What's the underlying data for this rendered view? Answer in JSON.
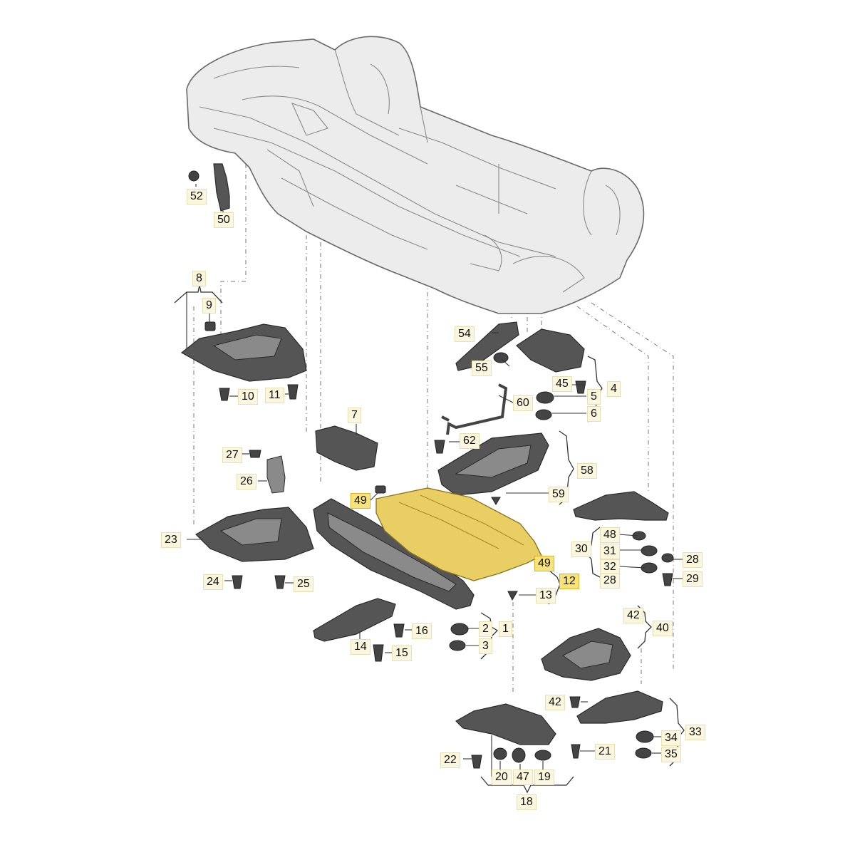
{
  "callouts": [
    {
      "id": "c52",
      "text": "52",
      "hl": false
    },
    {
      "id": "c50",
      "text": "50",
      "hl": false
    },
    {
      "id": "c8",
      "text": "8",
      "hl": false
    },
    {
      "id": "c9",
      "text": "9",
      "hl": false
    },
    {
      "id": "c10",
      "text": "10",
      "hl": false
    },
    {
      "id": "c11",
      "text": "11",
      "hl": false
    },
    {
      "id": "c54",
      "text": "54",
      "hl": false
    },
    {
      "id": "c55",
      "text": "55",
      "hl": false
    },
    {
      "id": "c45",
      "text": "45",
      "hl": false
    },
    {
      "id": "c4",
      "text": "4",
      "hl": false
    },
    {
      "id": "c5",
      "text": "5",
      "hl": false
    },
    {
      "id": "c6",
      "text": "6",
      "hl": false
    },
    {
      "id": "c60",
      "text": "60",
      "hl": false
    },
    {
      "id": "c7",
      "text": "7",
      "hl": false
    },
    {
      "id": "c62",
      "text": "62",
      "hl": false
    },
    {
      "id": "c58",
      "text": "58",
      "hl": false
    },
    {
      "id": "c27",
      "text": "27",
      "hl": false
    },
    {
      "id": "c26",
      "text": "26",
      "hl": false
    },
    {
      "id": "c49a",
      "text": "49",
      "hl": true
    },
    {
      "id": "c59",
      "text": "59",
      "hl": false
    },
    {
      "id": "c23",
      "text": "23",
      "hl": false
    },
    {
      "id": "c48",
      "text": "48",
      "hl": false
    },
    {
      "id": "c30",
      "text": "30",
      "hl": false
    },
    {
      "id": "c31",
      "text": "31",
      "hl": false
    },
    {
      "id": "c28a",
      "text": "28",
      "hl": false
    },
    {
      "id": "c49b",
      "text": "49",
      "hl": true
    },
    {
      "id": "c32",
      "text": "32",
      "hl": false
    },
    {
      "id": "c28b",
      "text": "28",
      "hl": false
    },
    {
      "id": "c29",
      "text": "29",
      "hl": false
    },
    {
      "id": "c24",
      "text": "24",
      "hl": false
    },
    {
      "id": "c25",
      "text": "25",
      "hl": false
    },
    {
      "id": "c12",
      "text": "12",
      "hl": true
    },
    {
      "id": "c13",
      "text": "13",
      "hl": false
    },
    {
      "id": "c2",
      "text": "2",
      "hl": false
    },
    {
      "id": "c1",
      "text": "1",
      "hl": false
    },
    {
      "id": "c16",
      "text": "16",
      "hl": false
    },
    {
      "id": "c3",
      "text": "3",
      "hl": false
    },
    {
      "id": "c42a",
      "text": "42",
      "hl": false
    },
    {
      "id": "c40",
      "text": "40",
      "hl": false
    },
    {
      "id": "c14",
      "text": "14",
      "hl": false
    },
    {
      "id": "c15",
      "text": "15",
      "hl": false
    },
    {
      "id": "c42b",
      "text": "42",
      "hl": false
    },
    {
      "id": "c33",
      "text": "33",
      "hl": false
    },
    {
      "id": "c34",
      "text": "34",
      "hl": false
    },
    {
      "id": "c35",
      "text": "35",
      "hl": false
    },
    {
      "id": "c21",
      "text": "21",
      "hl": false
    },
    {
      "id": "c22",
      "text": "22",
      "hl": false
    },
    {
      "id": "c20",
      "text": "20",
      "hl": false
    },
    {
      "id": "c47",
      "text": "47",
      "hl": false
    },
    {
      "id": "c19",
      "text": "19",
      "hl": false
    },
    {
      "id": "c18",
      "text": "18",
      "hl": false
    }
  ],
  "colors": {
    "highlight": "#f7e37a",
    "highlight_part": "#e9cf63",
    "label_bg": "#fbf6de",
    "part": "#555555",
    "car_body": "#ececec"
  }
}
